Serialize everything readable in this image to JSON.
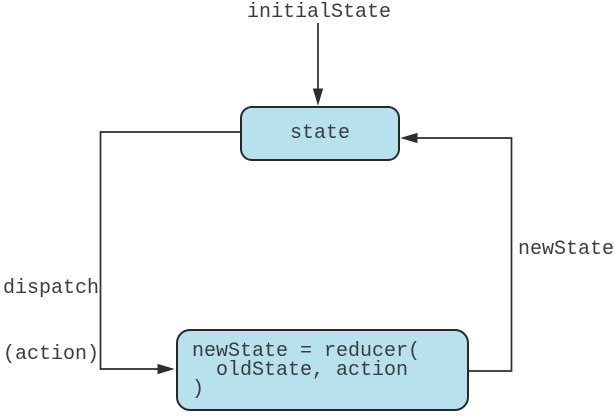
{
  "labels": {
    "initial_state": "initialState",
    "dispatch_line1": "dispatch",
    "dispatch_line2": "(action)",
    "new_state": "newState"
  },
  "nodes": {
    "state": {
      "label": "state"
    },
    "reducer": {
      "lines": [
        "newState = reducer(",
        "  oldState, action",
        ")"
      ]
    }
  },
  "colors": {
    "node_fill": "#b8e1ee",
    "node_border": "#2b2728",
    "connector": "#2d2d2d",
    "text": "#3c3c3c"
  }
}
